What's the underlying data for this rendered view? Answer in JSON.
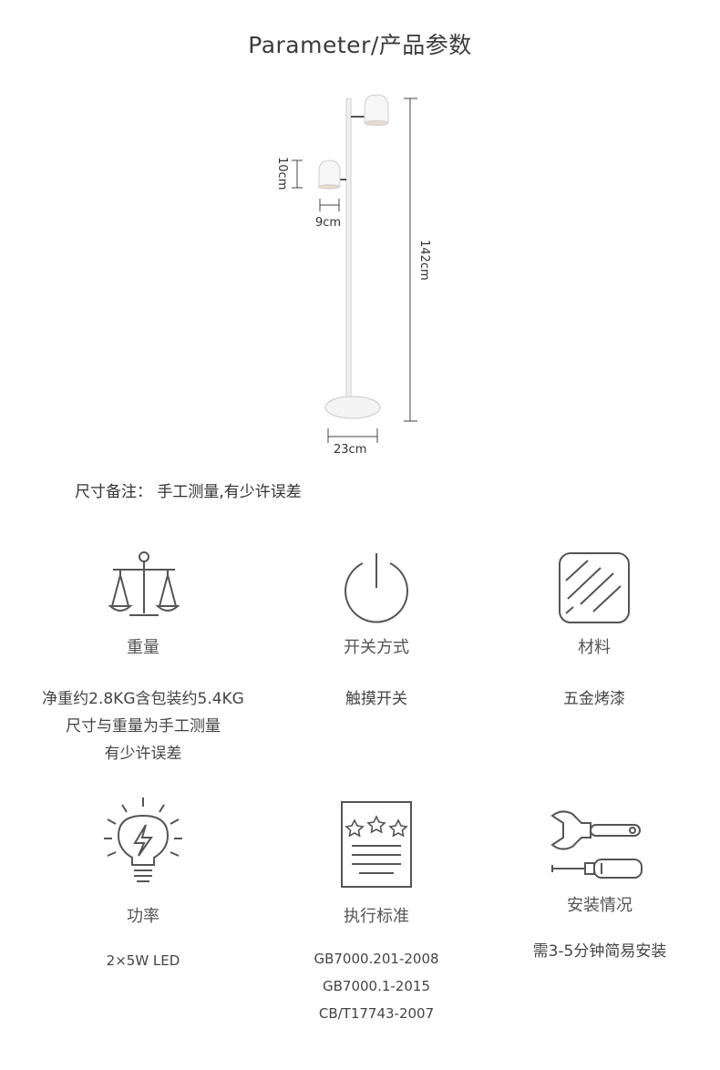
{
  "title": "Parameter/产品参数",
  "dimensions": {
    "shade_height": "10cm",
    "shade_width": "9cm",
    "total_height": "142cm",
    "base_diameter": "23cm"
  },
  "note": "尺寸备注：  手工测量,有少许误差",
  "specs": [
    {
      "icon": "scale-icon",
      "title": "重量",
      "values": [
        "净重约2.8KG含包装约5.4KG",
        "尺寸与重量为手工测量",
        "有少许误差"
      ]
    },
    {
      "icon": "power-icon",
      "title": "开关方式",
      "values": [
        "触摸开关"
      ]
    },
    {
      "icon": "glass-icon",
      "title": "材料",
      "values": [
        "五金烤漆"
      ]
    },
    {
      "icon": "bulb-icon",
      "title": "功率",
      "values": [
        "2×5W LED"
      ]
    },
    {
      "icon": "certificate-icon",
      "title": "执行标准",
      "values": [
        "GB7000.201-2008",
        "GB7000.1-2015",
        "CB/T17743-2007"
      ]
    },
    {
      "icon": "tools-icon",
      "title": "安装情况",
      "values": [
        "需3-5分钟简易安装"
      ]
    }
  ]
}
